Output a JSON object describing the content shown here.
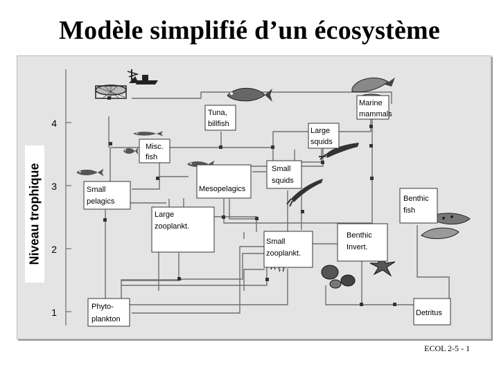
{
  "title": "Modèle simplifié d’un écosystème",
  "y_axis": {
    "label": "Niveau trophique",
    "ticks": [
      "1",
      "2",
      "3",
      "4"
    ]
  },
  "nodes": {
    "tuna": [
      "Tuna,",
      "billfish"
    ],
    "marine_mammals": [
      "Marine",
      "mammals"
    ],
    "large_squids": [
      "Large",
      "squids"
    ],
    "misc_fish": [
      "Misc.",
      "fish"
    ],
    "small_pelagics": [
      "Small",
      "pelagics"
    ],
    "mesopelagics": [
      "Mesopelagics"
    ],
    "small_squids": [
      "Small",
      "squids"
    ],
    "large_zooplankt": [
      "Large",
      "zooplankt."
    ],
    "small_zooplankt": [
      "Small",
      "zooplankt."
    ],
    "benthic_invert": [
      "Benthic",
      "Invert."
    ],
    "benthic_fish": [
      "Benthic",
      "fish"
    ],
    "phytoplankton": [
      "Phyto-",
      "plankton"
    ],
    "detritus": [
      "Detritus"
    ]
  },
  "footer": "ECOL 2-5  -  1",
  "colors": {
    "panel": "#e4e4e4",
    "line": "#6e6e6e",
    "box_border": "#333333"
  }
}
